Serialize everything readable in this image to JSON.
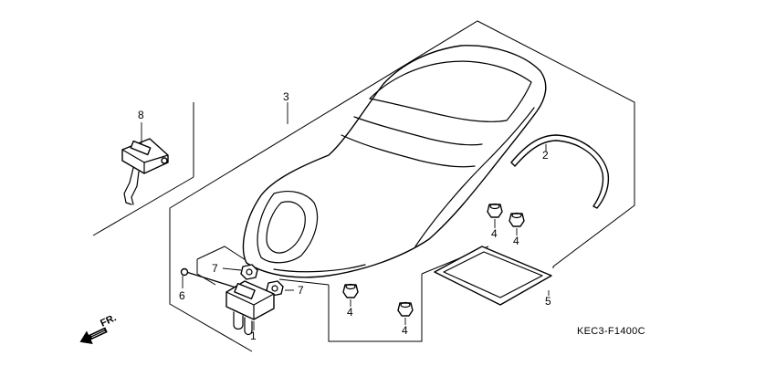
{
  "callouts": {
    "c1": "1",
    "c2": "2",
    "c3": "3",
    "c4a": "4",
    "c4b": "4",
    "c4c": "4",
    "c4d": "4",
    "c5": "5",
    "c6": "6",
    "c7a": "7",
    "c7b": "7",
    "c8": "8"
  },
  "diagram_code": "KEC3-F1400C",
  "front_indicator": "FR.",
  "icons": {
    "front_arrow": "front-direction-arrow"
  }
}
